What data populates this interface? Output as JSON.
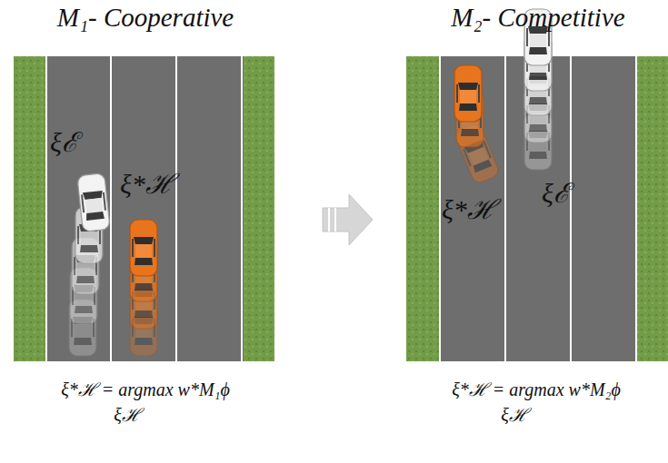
{
  "diagram": {
    "labels": [
      "M₁- Cooperative",
      "ξℰ",
      "ξ*ℋ",
      "ξ*ℋ = argmax w*M₁ϕ",
      "ξℋ",
      "M₂- Competitive",
      "ξ*ℋ",
      "ξℰ",
      "ξ*ℋ = argmax w*M₂ϕ",
      "ξℋ"
    ]
  }
}
